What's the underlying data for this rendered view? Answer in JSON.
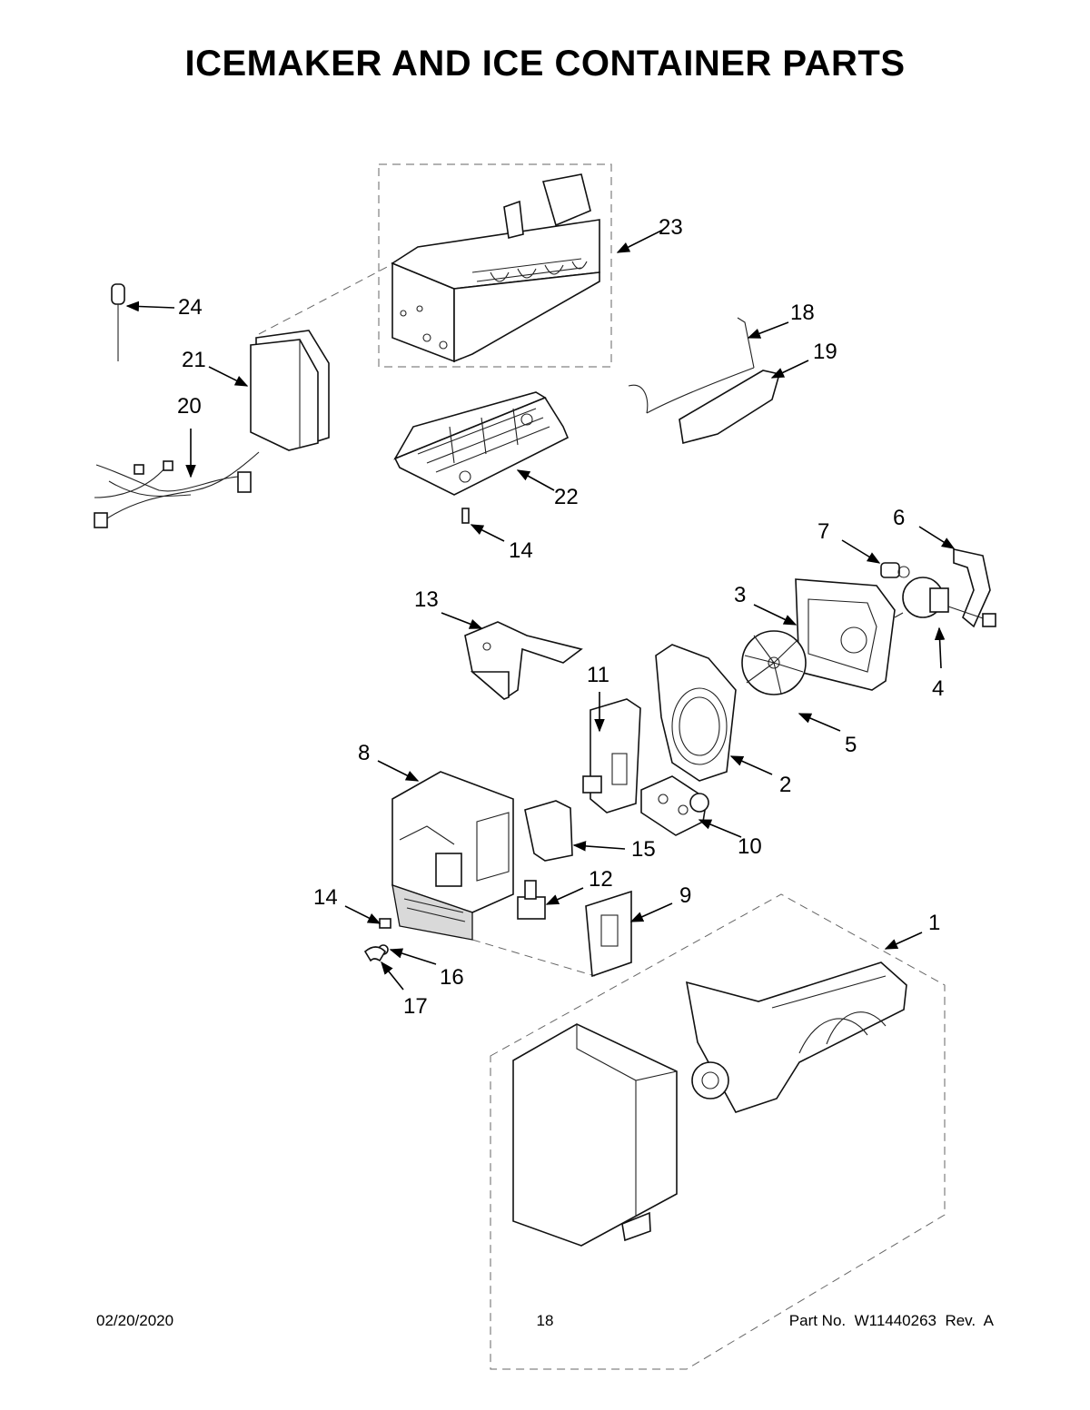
{
  "page": {
    "title": "ICEMAKER AND ICE CONTAINER PARTS",
    "date": "02/20/2020",
    "page_number": "18",
    "part_number": "Part No.  W11440263  Rev.  A"
  },
  "callouts": {
    "c1": "1",
    "c2": "2",
    "c3": "3",
    "c4": "4",
    "c5": "5",
    "c6": "6",
    "c7": "7",
    "c8": "8",
    "c9": "9",
    "c10": "10",
    "c11": "11",
    "c12": "12",
    "c13": "13",
    "c14a": "14",
    "c14b": "14",
    "c15": "15",
    "c16": "16",
    "c17": "17",
    "c18": "18",
    "c19": "19",
    "c20": "20",
    "c21": "21",
    "c22": "22",
    "c23": "23",
    "c24": "24"
  }
}
